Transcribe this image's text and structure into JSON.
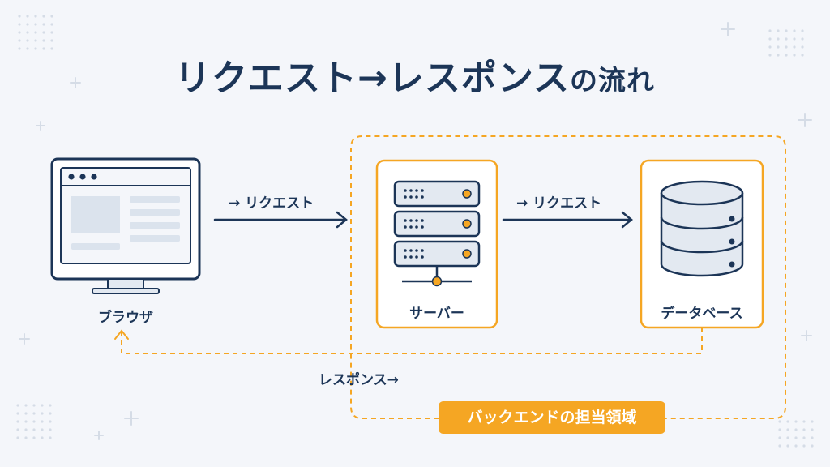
{
  "title": {
    "main": "リクエスト→レスポンス",
    "suffix": "の流れ"
  },
  "nodes": {
    "browser": {
      "label": "ブラウザ"
    },
    "server": {
      "label": "サーバー"
    },
    "database": {
      "label": "データベース"
    }
  },
  "edges": {
    "browser_to_server": {
      "label": "→ リクエスト"
    },
    "server_to_database": {
      "label": "→ リクエスト"
    },
    "response": {
      "label": "レスポンス→"
    }
  },
  "backend_region": {
    "label": "バックエンドの担当領域"
  },
  "colors": {
    "navy": "#1c3557",
    "accent": "#f5a623",
    "background": "#f4f6fa",
    "panel_fill": "#e3e9f1"
  }
}
